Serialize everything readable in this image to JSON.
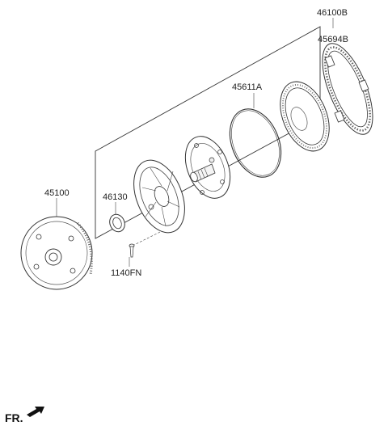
{
  "parts": {
    "assembly": {
      "number": "46100B"
    },
    "clutch_plate": {
      "number": "45694B"
    },
    "snap_ring": {
      "number": "45611A"
    },
    "oil_seal": {
      "number": "46130"
    },
    "torque_converter": {
      "number": "45100"
    },
    "bolt": {
      "number": "1140FN"
    }
  },
  "direction_marker": {
    "label": "FR."
  }
}
